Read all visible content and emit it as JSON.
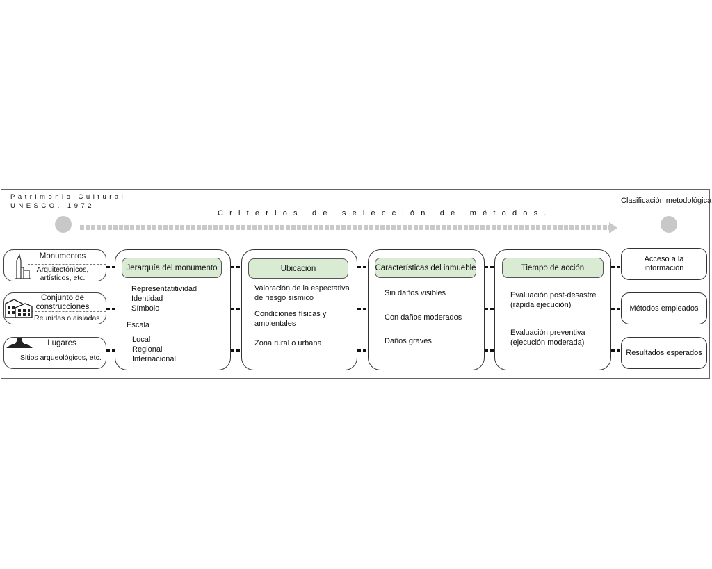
{
  "header": {
    "source_line1": "Patrimonio Cultural",
    "source_line2": "UNESCO, 1972",
    "criteria_title": "Criterios de selección de métodos.",
    "classification_title": "Clasificación metodológica"
  },
  "heritage": [
    {
      "title": "Monumentos",
      "line1": "Arquitectónicos,",
      "line2": "artísticos, etc.",
      "icon": "monument-icon"
    },
    {
      "title1": "Conjunto de",
      "title2": "construcciones",
      "subtitle": "Reunidas o aisladas",
      "icon": "buildings-icon"
    },
    {
      "title": "Lugares",
      "subtitle": "Sitios arqueológicos, etc.",
      "icon": "pyramid-icon"
    }
  ],
  "criteria": [
    {
      "heading": "Jerarquía del monumento",
      "items": [
        "Representatitividad",
        "Identidad",
        "Símbolo"
      ],
      "group_label": "Escala",
      "group_items": [
        "Local",
        "Regional",
        "Internacional"
      ]
    },
    {
      "heading": "Ubicación",
      "items": [
        {
          "line1": "Valoración de la espectativa",
          "line2": "de riesgo sismico"
        },
        {
          "line1": "Condiciones físicas y",
          "line2": "ambientales"
        },
        {
          "line1": "Zona rural o urbana"
        }
      ]
    },
    {
      "heading": "Características del inmueble",
      "items": [
        "Sin daños visibles",
        "Con daños moderados",
        "Daños graves"
      ]
    },
    {
      "heading": "Tiempo de acción",
      "items": [
        {
          "line1": "Evaluación post-desastre",
          "line2": "(rápida ejecución)"
        },
        {
          "line1": "Evaluación preventiva",
          "line2": "(ejecución moderada)"
        }
      ]
    }
  ],
  "classification": [
    {
      "line1": "Acceso a la",
      "line2": "información"
    },
    {
      "line1": "Métodos empleados"
    },
    {
      "line1": "Resultados esperados"
    }
  ],
  "colors": {
    "heading_fill": "#d9ebd3",
    "arrow": "#c9c9c9",
    "circle": "#c8c8c8"
  }
}
